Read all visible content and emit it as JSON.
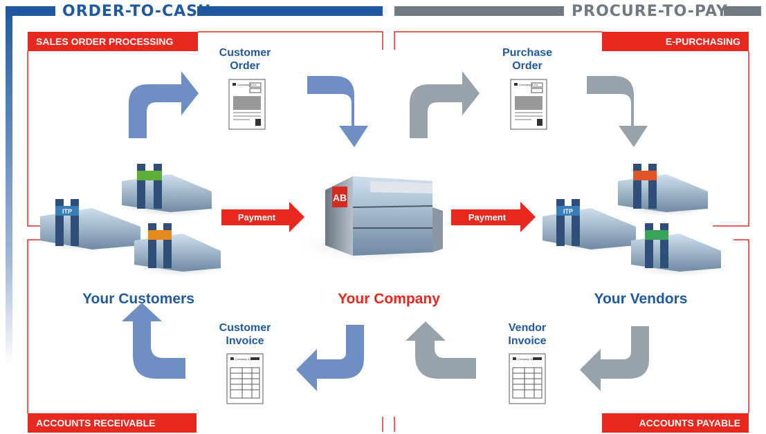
{
  "headers": {
    "left": "ORDER-TO-CASH",
    "right": "PROCURE-TO-PAY"
  },
  "sections": {
    "sales_order_processing": "SALES ORDER PROCESSING",
    "e_purchasing": "E-PURCHASING",
    "accounts_receivable": "ACCOUNTS RECEIVABLE",
    "accounts_payable": "ACCOUNTS PAYABLE"
  },
  "documents": {
    "customer_order": [
      "Customer",
      "Order"
    ],
    "purchase_order": [
      "Purchase",
      "Order"
    ],
    "customer_invoice": [
      "Customer",
      "Invoice"
    ],
    "vendor_invoice": [
      "Vendor",
      "Invoice"
    ]
  },
  "doc_header_text": "Company & Co.",
  "payments": {
    "left": "Payment",
    "right": "Payment"
  },
  "parties": {
    "customers": "Your Customers",
    "company": "Your Company",
    "vendors": "Your Vendors"
  },
  "building_signs": {
    "company": "AB",
    "store": "ITP"
  },
  "colors": {
    "blue": "#1f5aa0",
    "red": "#e8281e",
    "gray": "#6f7a84",
    "arrow_blue": "#6f8fc4",
    "arrow_gray": "#98a2ab"
  }
}
